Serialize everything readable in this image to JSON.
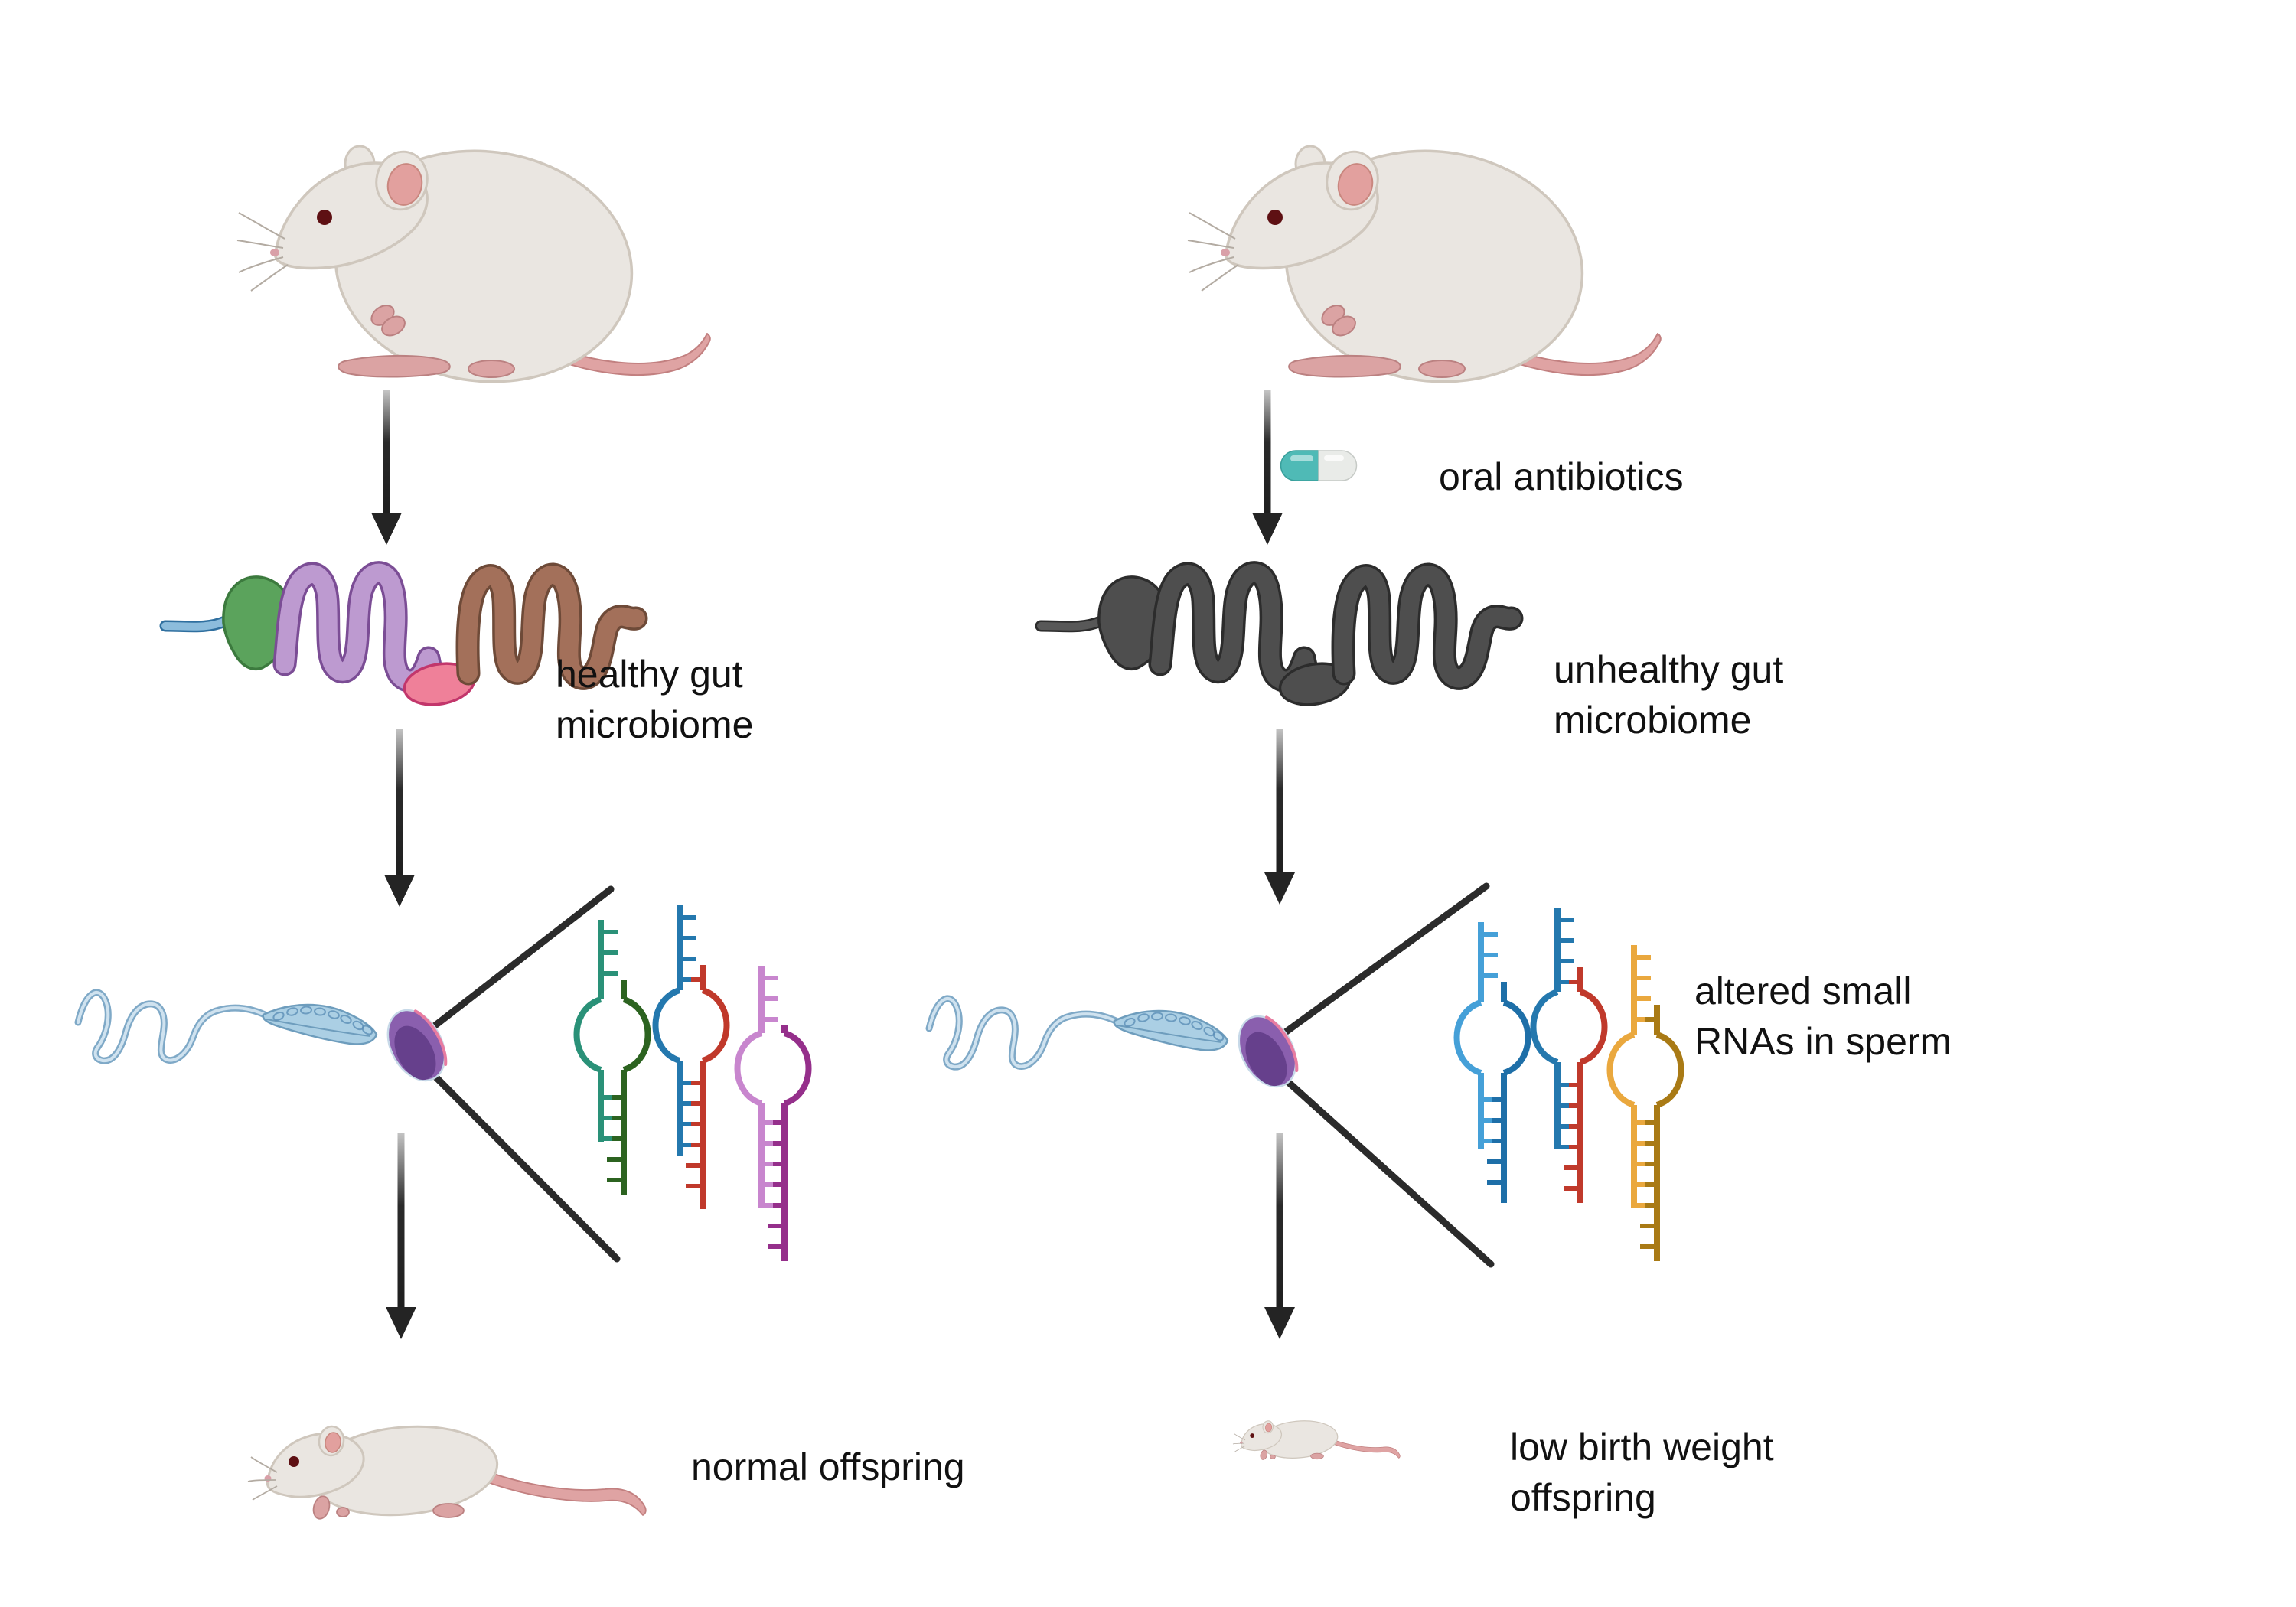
{
  "labels": {
    "healthy_gut": "healthy gut\nmicrobiome",
    "oral_antibiotics": "oral antibiotics",
    "unhealthy_gut": "unhealthy gut\nmicrobiome",
    "altered_rnas": "altered small\nRNAs in sperm",
    "normal_offspring": "normal offspring",
    "low_birth_weight": "low birth weight\noffspring"
  },
  "graphics": {
    "parent_mouse": "adult white lab mouse, sitting",
    "offspring_mouse": "young mouse, walking",
    "small_offspring_mouse": "undersized low-birth-weight mouse",
    "pill": "antibiotic capsule, teal and white",
    "healthy_gut_art": "gastrointestinal tract colored by segment",
    "unhealthy_gut_art": "gastrointestinal tract, all grey",
    "sperm_art": "sperm cell with purple head and blue tail"
  },
  "palette": {
    "text": "#111111",
    "arrow_head": "#242424",
    "arrow_fade_top": "#c4c4c4",
    "arrow_fade_bottom": "#1f1f1f",
    "zoom_line": "#2b2b2b",
    "mouse": {
      "body": "#eae6e1",
      "body_outline": "#cfc7bd",
      "ear_inner": "#e2a09e",
      "ear_outline": "#c9877f",
      "paws": "#dba3a3",
      "paw_outline": "#bb8181",
      "tail": "#dfa3a3",
      "tail_outline": "#c28080",
      "eye": "#5e1013",
      "nose": "#d9a0a8",
      "whisker": "#b3aba2"
    },
    "pill": {
      "left": "#4fbab6",
      "left_outline": "#389f9b",
      "right": "#e9ebe8",
      "right_outline": "#c6cac6"
    },
    "gut_healthy": {
      "esophagus_fill": "#8cbcdc",
      "esophagus_outline": "#2f6f9f",
      "stomach_fill": "#5ba35c",
      "stomach_outline": "#3c7a3e",
      "intestine_fill": "#bd9ad0",
      "intestine_outline": "#7b4d95",
      "cecum_fill": "#ef8099",
      "cecum_outline": "#c2366b",
      "colon_fill": "#a3705a",
      "colon_outline": "#6e4a38"
    },
    "gut_unhealthy": {
      "esophagus_fill": "#585858",
      "esophagus_outline": "#2c2c2c",
      "stomach_fill": "#4e4e4e",
      "stomach_outline": "#2c2c2c",
      "intestine_fill": "#4e4e4e",
      "intestine_outline": "#2c2c2c",
      "cecum_fill": "#4e4e4e",
      "cecum_outline": "#2c2c2c",
      "colon_fill": "#4e4e4e",
      "colon_outline": "#2c2c2c"
    },
    "sperm": {
      "tail_outer": "#7fa9c7",
      "tail_inner": "#cfe2ef",
      "midpiece_fill": "#abcfe4",
      "midpiece_outline": "#6e9dbd",
      "mitochondria": "#5d8fb7",
      "head_fill": "#8a5fae",
      "head_shade": "#66408c",
      "head_rim": "#c7d9e8",
      "acrosome": "#e87ca1"
    }
  },
  "rna_strands": {
    "left": [
      {
        "name": "hairpin-green",
        "strand_5p": "#2a9178",
        "strand_3p": "#2c6320"
      },
      {
        "name": "hairpin-blue-red",
        "strand_5p": "#2478ae",
        "strand_3p": "#c0392b"
      },
      {
        "name": "hairpin-magenta",
        "strand_5p": "#c886ce",
        "strand_3p": "#952f8b"
      }
    ],
    "right": [
      {
        "name": "hairpin-light-blue",
        "strand_5p": "#45a0d8",
        "strand_3p": "#1e6fa8"
      },
      {
        "name": "hairpin-blue-red",
        "strand_5p": "#2478ae",
        "strand_3p": "#c0392b"
      },
      {
        "name": "hairpin-orange",
        "strand_5p": "#eaa83e",
        "strand_3p": "#a97a15"
      }
    ]
  }
}
